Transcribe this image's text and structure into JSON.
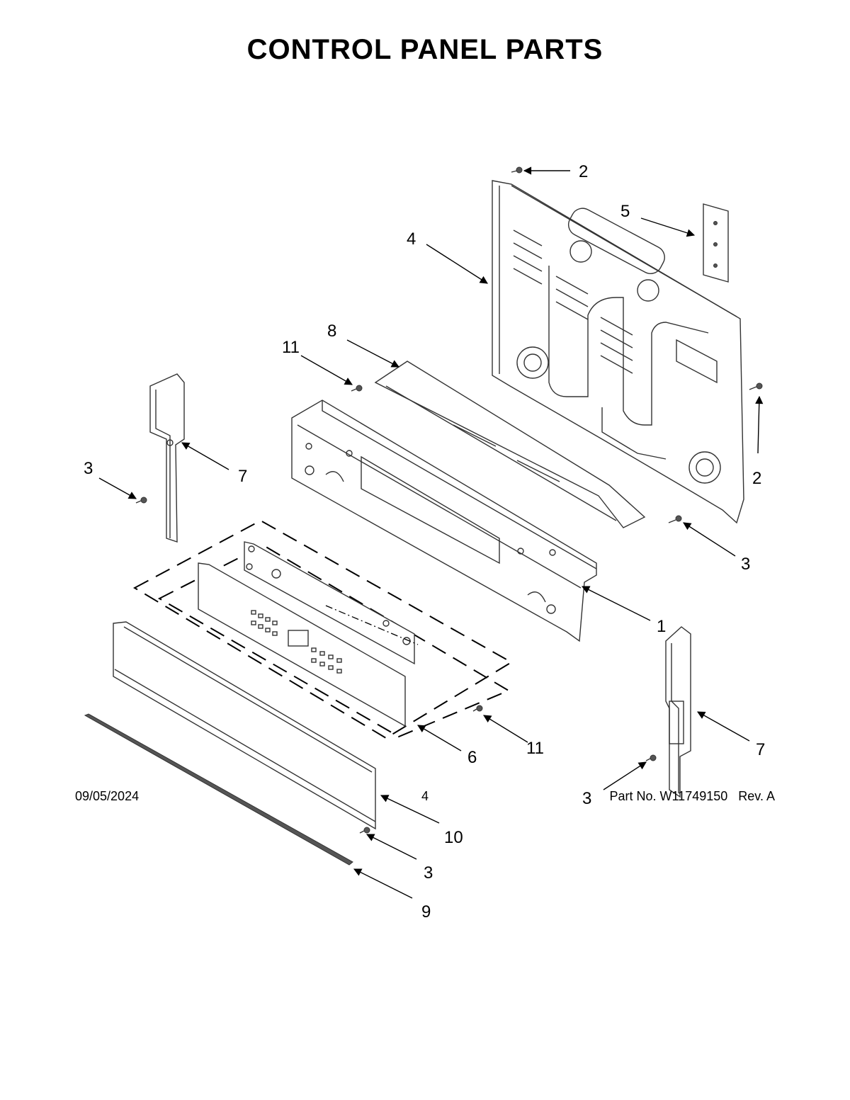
{
  "title": "CONTROL PANEL PARTS",
  "callouts": {
    "c1": "1",
    "c2a": "2",
    "c2b": "2",
    "c3a": "3",
    "c3b": "3",
    "c3c": "3",
    "c3d": "3",
    "c4": "4",
    "c5": "5",
    "c6": "6",
    "c7a": "7",
    "c7b": "7",
    "c8": "8",
    "c9": "9",
    "c10": "10",
    "c11a": "11",
    "c11b": "11"
  },
  "footer": {
    "date": "09/05/2024",
    "page": "4",
    "part_label": "Part No.",
    "part_number": "W11749150",
    "rev_label": "Rev.",
    "rev": "A"
  }
}
